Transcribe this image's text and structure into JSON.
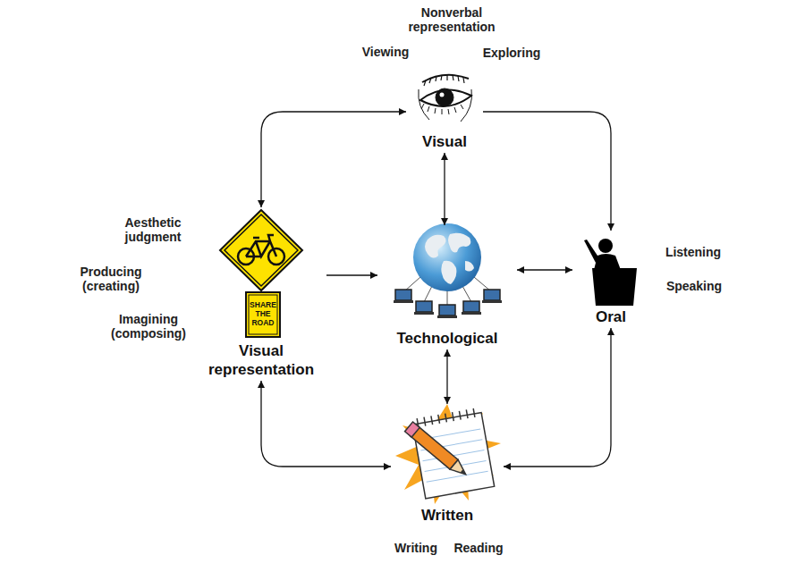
{
  "diagram": {
    "nodes": [
      {
        "text": [
          "Visual"
        ]
      },
      {
        "text": [
          "Visual representation"
        ]
      },
      {
        "text": [
          "Technological"
        ]
      },
      {
        "text": [
          "Oral"
        ]
      },
      {
        "text": [
          "Written"
        ]
      }
    ],
    "edges": [
      {
        "from": 0,
        "to": 1,
        "arrow": "both"
      },
      {
        "from": 0,
        "to": 3,
        "arrow": "to"
      },
      {
        "from": 0,
        "to": 2,
        "arrow": "both"
      },
      {
        "from": 1,
        "to": 2,
        "arrow": "to"
      },
      {
        "from": 2,
        "to": 3,
        "arrow": "both"
      },
      {
        "from": 2,
        "to": 4,
        "arrow": "both"
      },
      {
        "from": 1,
        "to": 4,
        "arrow": "both"
      },
      {
        "from": 3,
        "to": 4,
        "arrow": "both"
      }
    ],
    "labels": [
      "Nonverbal representation",
      "Viewing",
      "Exploring",
      "Aesthetic judgment",
      "Producing (creating)",
      "Imagining (composing)",
      "SHARE THE ROAD",
      "Listening",
      "Speaking",
      "Writing",
      "Reading"
    ]
  }
}
